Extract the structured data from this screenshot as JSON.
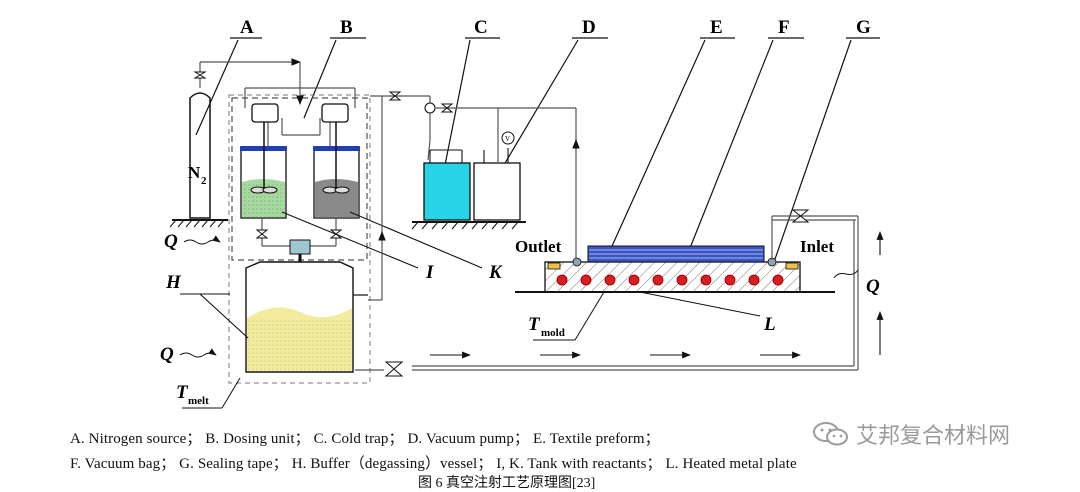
{
  "labels": {
    "A": "A",
    "B": "B",
    "C": "C",
    "D": "D",
    "E": "E",
    "F": "F",
    "G": "G",
    "H": "H",
    "I": "I",
    "K": "K",
    "L": "L",
    "Q": "Q",
    "N2_main": "N",
    "N2_sub": "2",
    "T": "T",
    "melt_sub": "melt",
    "mold_sub": "mold",
    "outlet": "Outlet",
    "inlet": "Inlet",
    "gauge": "V"
  },
  "caption": {
    "line1": "A. Nitrogen source； B. Dosing unit； C. Cold trap； D. Vacuum pump； E. Textile preform；",
    "line2": "F. Vacuum bag； G. Sealing tape； H. Buffer（degassing）vessel； I, K. Tank with reactants； L. Heated metal plate",
    "line3": "图 6  真空注射工艺原理图[23]"
  },
  "watermark": {
    "text": "艾邦复合材料网",
    "icon": "wechat-icon"
  },
  "colors": {
    "tank_I_liquid": "#a6d9a0",
    "tank_K_liquid": "#8a8a8a",
    "cold_trap": "#27d3e6",
    "melt": "#f3ec9e",
    "tank_lid": "#1f3fb3",
    "preform": "#3a55c4",
    "heater": "#e11b1b"
  }
}
